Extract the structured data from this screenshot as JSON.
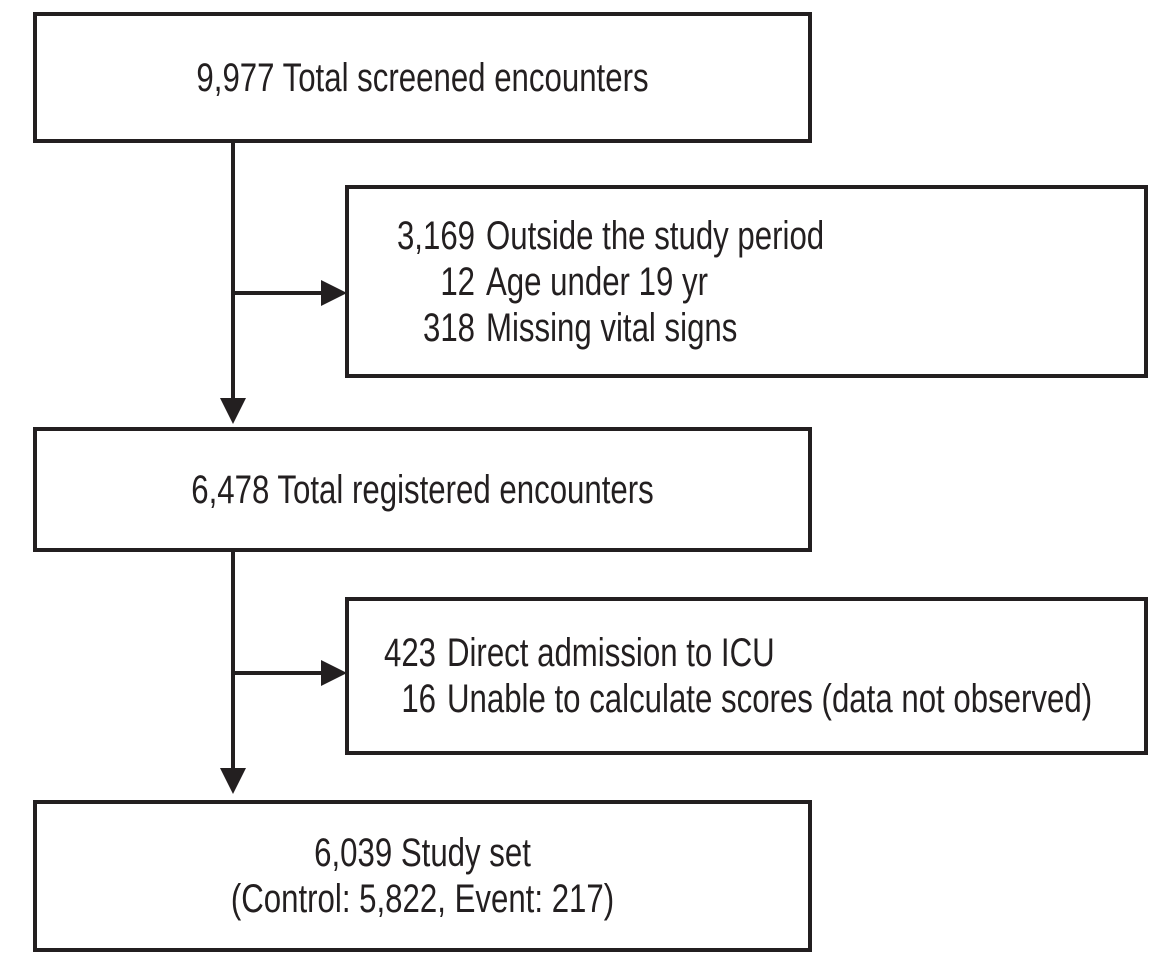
{
  "diagram": {
    "background_color": "#ffffff",
    "ink_color": "#231f20",
    "nodes": {
      "screened": {
        "line1": "9,977 Total screened encounters"
      },
      "exclusion1": {
        "rows": [
          {
            "count": "3,169",
            "label": "Outside the study period"
          },
          {
            "count": "12",
            "label": "Age under 19 yr"
          },
          {
            "count": "318",
            "label": "Missing vital signs"
          }
        ]
      },
      "registered": {
        "line1": "6,478 Total registered encounters"
      },
      "exclusion2": {
        "rows": [
          {
            "count": "423",
            "label": "Direct admission to ICU"
          },
          {
            "count": "16",
            "label": "Unable to calculate scores (data not observed)"
          }
        ]
      },
      "study_set": {
        "line1": "6,039 Study set",
        "line2": "(Control: 5,822, Event: 217)"
      }
    }
  }
}
